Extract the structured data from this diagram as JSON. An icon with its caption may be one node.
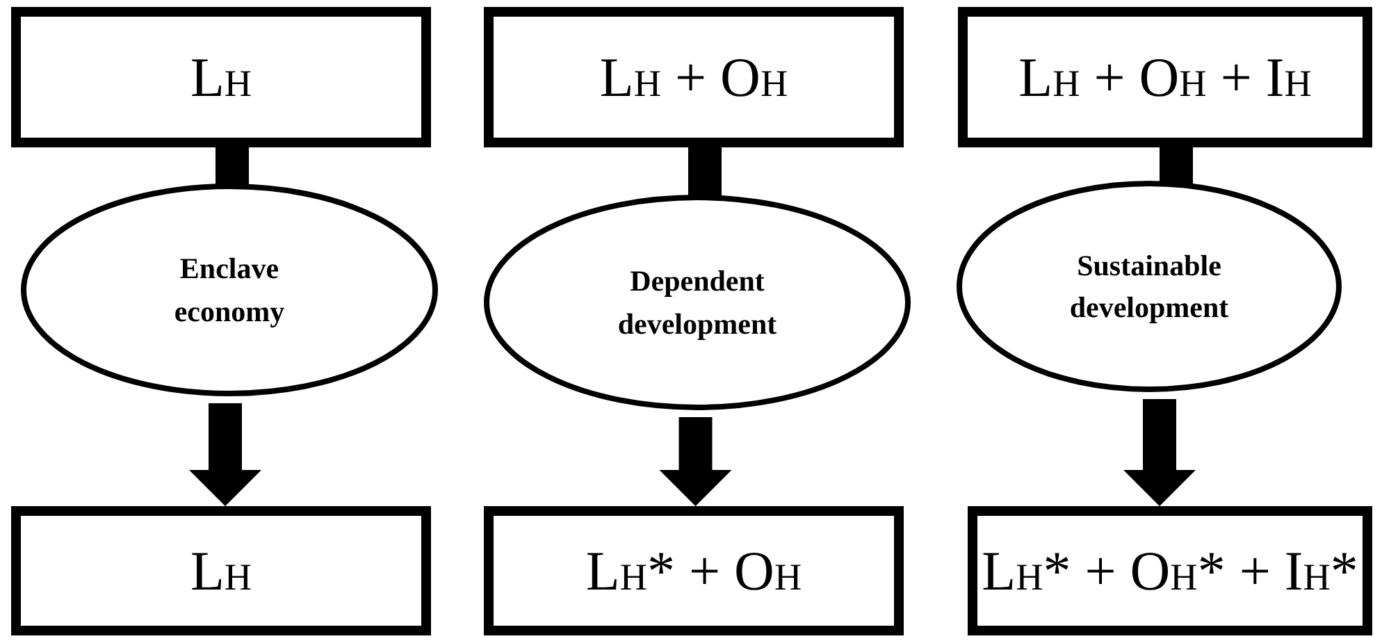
{
  "diagram": {
    "nodes": [
      {
        "text": [
          "L$_{H}$"
        ]
      },
      {
        "text": [
          "L$_{H}$ + O$_{H}$"
        ]
      },
      {
        "text": [
          "L$_{H}$ + O$_{H}$ + I$_{H}$"
        ]
      },
      {
        "text": [
          "Enclave economy"
        ]
      },
      {
        "text": [
          "Dependent development"
        ]
      },
      {
        "text": [
          "Sustainable development"
        ]
      },
      {
        "text": [
          "L$_{H}$"
        ]
      },
      {
        "text": [
          "L$_{H}$* + O$_{H}$"
        ]
      },
      {
        "text": [
          "L$_{H}$* + O$_{H}$* + I$_{H}$*"
        ]
      }
    ],
    "edges": [
      {
        "from": 0,
        "to": 3,
        "arrow": "none"
      },
      {
        "from": 1,
        "to": 4,
        "arrow": "none"
      },
      {
        "from": 2,
        "to": 5,
        "arrow": "none"
      },
      {
        "from": 3,
        "to": 6,
        "arrow": "to"
      },
      {
        "from": 4,
        "to": 7,
        "arrow": "to"
      },
      {
        "from": 5,
        "to": 8,
        "arrow": "to"
      }
    ]
  }
}
